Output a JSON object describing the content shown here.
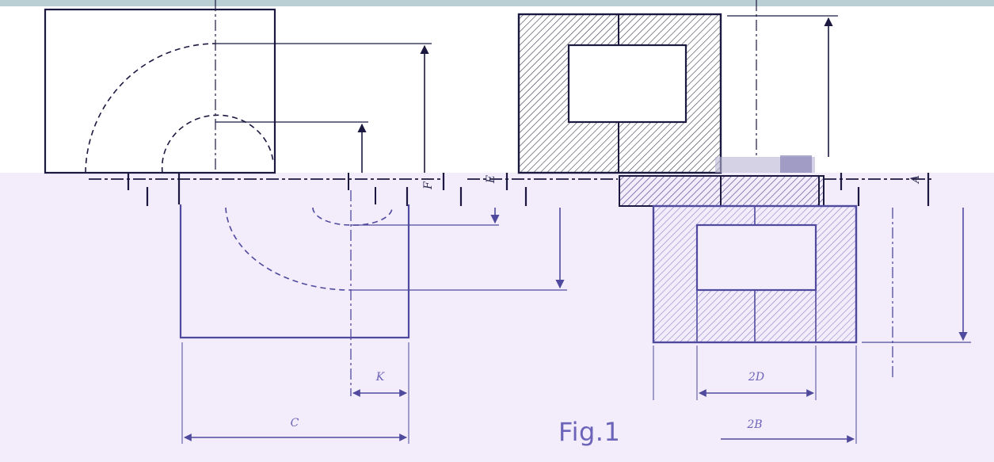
{
  "figure": {
    "caption": "Fig.1"
  },
  "dimensions": {
    "A": "A",
    "B2": "2B",
    "C": "C",
    "D2": "2D",
    "E": "E",
    "F": "F",
    "K": "K"
  },
  "colors": {
    "top_strip": "#b9cfd3",
    "lower_band": "#f3ecfb",
    "upper_line": "#1b1940",
    "lower_line": "#4f4a9e"
  }
}
